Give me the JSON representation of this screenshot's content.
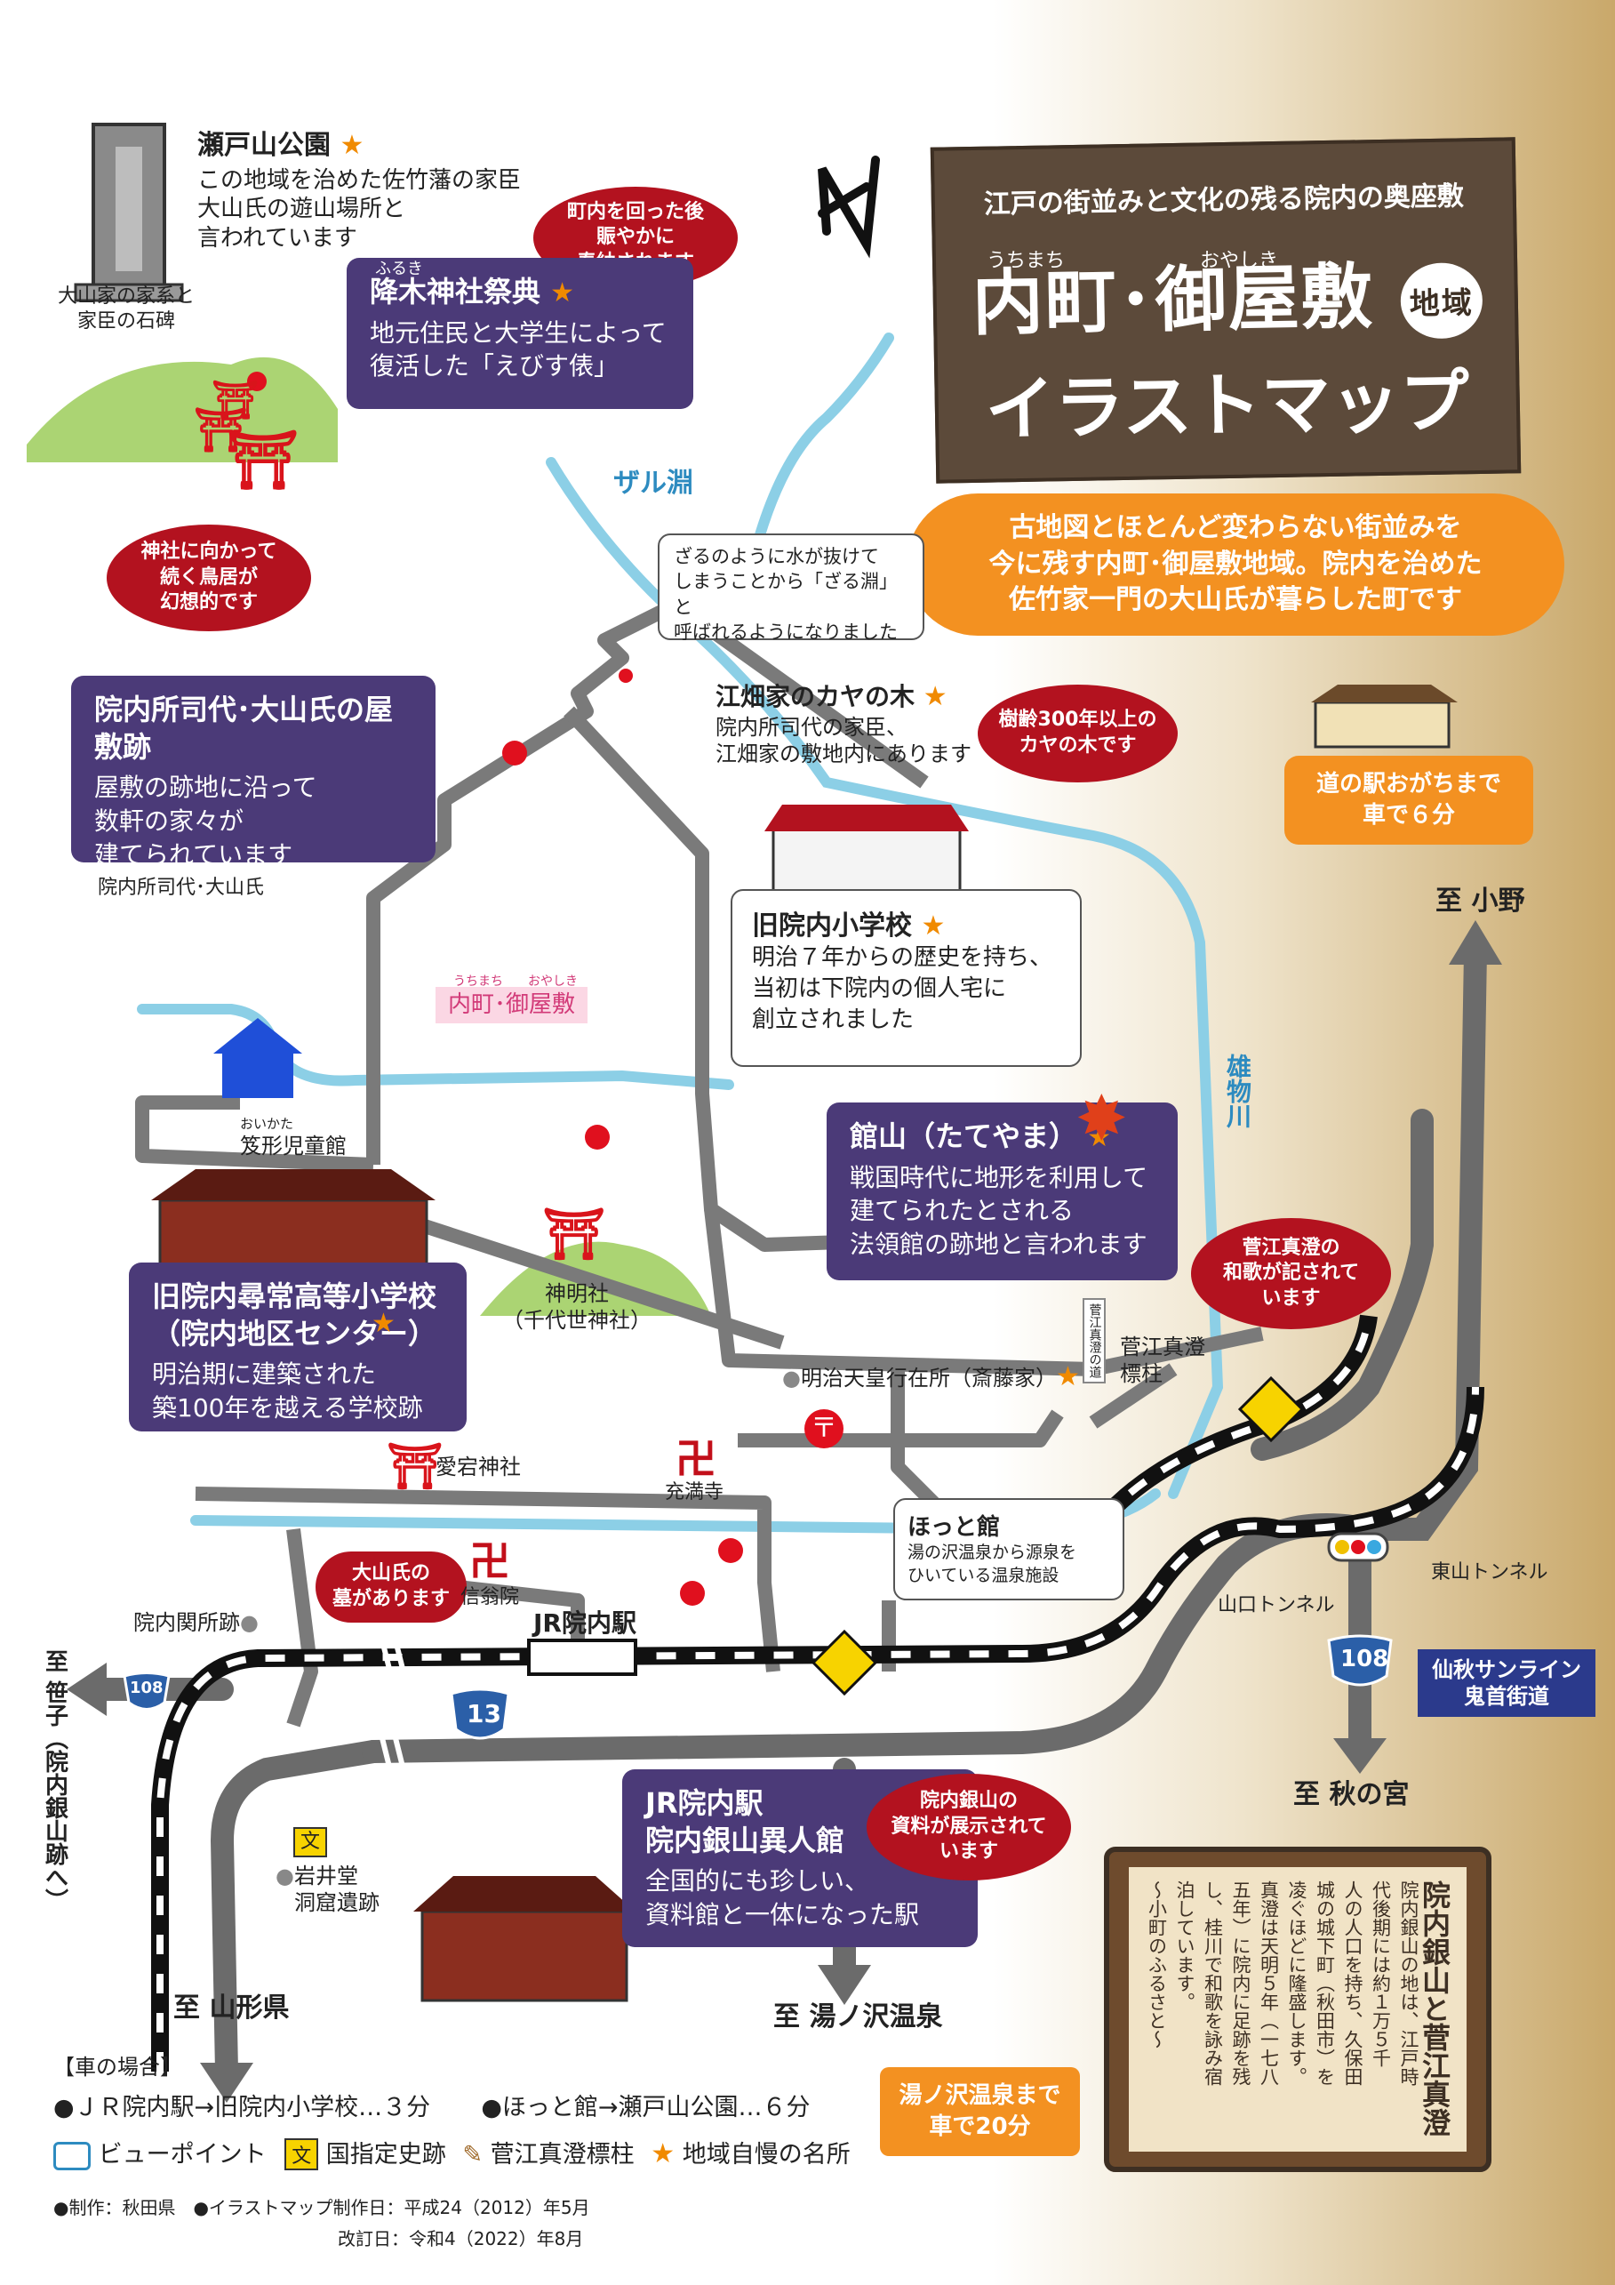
{
  "header": {
    "subtitle": "江戸の街並みと文化の残る院内の奥座敷",
    "title_line1": "内町･御屋敷",
    "ruby_uchimachi": "うちまち",
    "ruby_oyashiki": "おやしき",
    "title_badge": "地域",
    "title_line2": "イラストマップ",
    "intro": "古地図とほとんど変わらない街並みを\n今に残す内町･御屋敷地域。院内を治めた\n佐竹家一門の大山氏が暮らした町です"
  },
  "north": "N",
  "spots": {
    "setoyama": {
      "title": "瀬戸山公園",
      "body": "この地域を治めた佐竹藩の家臣\n大山氏の遊山場所と\n言われています"
    },
    "stone_caption": "大山家の家系と\n家臣の石碑",
    "furuki": {
      "ruby": "ふるき",
      "title": "降木神社祭典",
      "body": "地元住民と大学生によって\n復活した「えびす俵」"
    },
    "furuki_bubble": "町内を回った後\n賑やかに\n奉納されます",
    "torii_bubble": "神社に向かって\n続く鳥居が\n幻想的です",
    "zarubuchi_label": "ザル淵",
    "zarubuchi_note": "ざるのように水が抜けて\nしまうことから「ざる淵」と\n呼ばれるようになりました",
    "ebata": {
      "title": "江畑家のカヤの木",
      "body": "院内所司代の家臣、\n江畑家の敷地内にあります"
    },
    "ebata_bubble": "樹齢300年以上の\nカヤの木です",
    "oyama": {
      "title": "院内所司代･大山氏の屋敷跡",
      "body": "屋敷の跡地に沿って\n数軒の家々が\n建てられています"
    },
    "oyama_caption": "院内所司代･大山氏",
    "michinoeki": "道の駅おがちまで\n車で６分",
    "old_school": {
      "title": "旧院内小学校",
      "body": "明治７年からの歴史を持ち、\n当初は下院内の個人宅に\n創立されました"
    },
    "area_label": "内町･御屋敷",
    "area_ruby": "うちまち　　おやしき",
    "children": "笈形児童館",
    "children_ruby": "おいかた",
    "river_label": "雄物川",
    "tateyama": {
      "title": "館山（たてやま）",
      "body": "戦国時代に地形を利用して\n建てられたとされる\n法領館の跡地と言われます"
    },
    "jinja": "神明社\n（千代世神社）",
    "kinjo_school": {
      "title": "旧院内尋常高等小学校\n（院内地区センター）",
      "body": "明治期に建築された\n築100年を越える学校跡"
    },
    "masumi_bubble": "菅江真澄の\n和歌が記されて\nいます",
    "masumi_label": "菅江真澄\n標柱",
    "masumi_pillar": "菅江真澄の道",
    "meiji": "明治天皇行在所（斎藤家）",
    "atago": "愛宕神社",
    "jumanji": "充満寺",
    "hottokan": {
      "title": "ほっと館",
      "body": "湯の沢温泉から源泉を\nひいている温泉施設"
    },
    "oyama_grave_bubble": "大山氏の\n墓があります",
    "shinou": "信翁院",
    "sekisho": "院内関所跡",
    "station": "JR院内駅",
    "yamaguchi_tunnel": "山口トンネル",
    "higashiyama_tunnel": "東山トンネル",
    "ijinkan": {
      "title": "JR院内駅\n院内銀山異人館",
      "body": "全国的にも珍しい、\n資料館と一体になった駅"
    },
    "ijinkan_bubble": "院内銀山の\n資料が展示されて\nいます",
    "iwaido": "岩井堂\n洞窟遺跡",
    "bun_icon": "文"
  },
  "routes": {
    "ono": "至 小野",
    "akinomiya": "至 秋の宮",
    "yamagata": "至 山形県",
    "yunosawa": "至 湯ノ沢温泉",
    "sasago": "至 笹子（院内銀山跡へ）",
    "r108": "108",
    "r13": "13",
    "sensyu": "仙秋サンライン\n鬼首街道",
    "yunosawa_drive": "湯ノ沢温泉まで\n車で20分"
  },
  "legend": {
    "heading": "【車の場合】",
    "item1": "●ＪＲ院内駅→旧院内小学校…３分",
    "item2": "●ほっと館→瀬戸山公園…６分",
    "viewpoint": "ビューポイント",
    "historic": "国指定史跡",
    "masumi": "菅江真澄標柱",
    "pride": "地域自慢の名所",
    "credit": "●制作：秋田県　●イラストマップ制作日：平成24（2012）年5月",
    "revised": "改訂日：令和4（2022）年8月"
  },
  "board": {
    "title": "院内銀山と菅江真澄",
    "text": "院内銀山の地は、江戸時\n代後期には約１万５千\n人の人口を持ち、久保田\n城の城下町（秋田市）を\n凌ぐほどに隆盛します。\n真澄は天明５年（一七八\n五年）に院内に足跡を残\nし、桂川で和歌を詠み宿\n泊しています。\n〜小町のふるさと〜"
  },
  "colors": {
    "purple": "#4b3a78",
    "red": "#b3121f",
    "orange": "#f39121",
    "road": "#777777",
    "river": "#7ec8e3",
    "rail": "#111111"
  }
}
